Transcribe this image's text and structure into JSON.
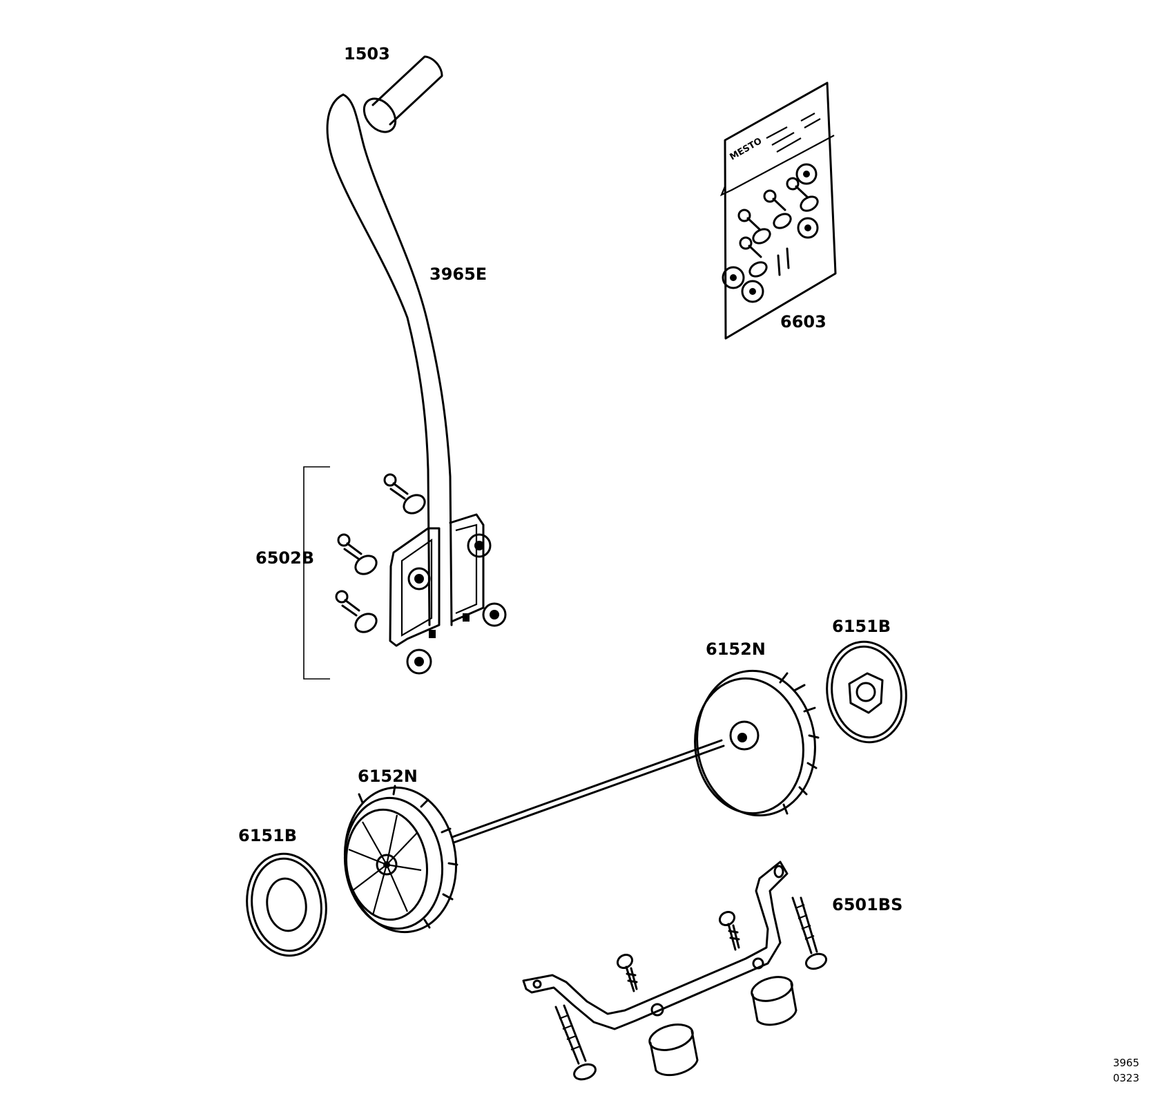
{
  "parts": {
    "grip": "1503",
    "handle": "3965E",
    "hardware_pack": "6603",
    "bracket_kit": "6502B",
    "wheel_right": "6152N",
    "wheel_left": "6152N",
    "hubcap_right": "6151B",
    "hubcap_left": "6151B",
    "axle_bracket": "6501BS"
  },
  "hardware_pack": {
    "brand": "MESTO"
  },
  "drawing_code": {
    "line1": "3965",
    "line2": "0323"
  }
}
